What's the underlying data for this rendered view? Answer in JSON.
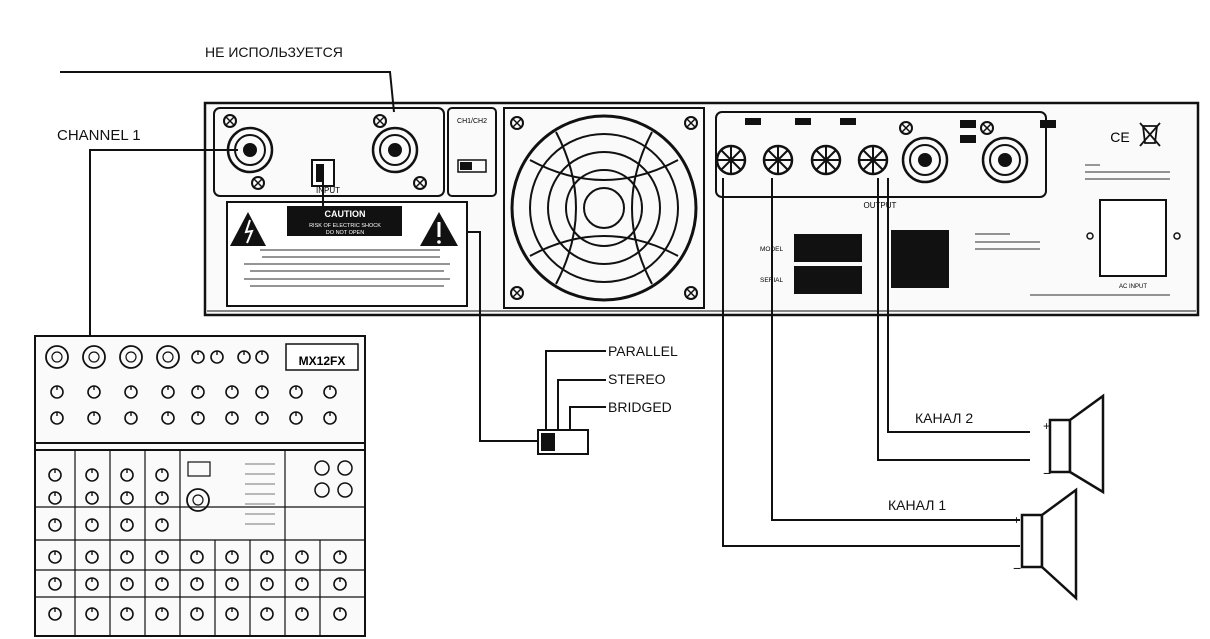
{
  "labels": {
    "not_used": "НЕ ИСПОЛЬЗУЕТСЯ",
    "channel_1_input": "CHANNEL 1",
    "parallel": "PARALLEL",
    "stereo": "STEREO",
    "bridged": "BRIDGED",
    "kanal_2": "КАНАЛ 2",
    "kanal_1": "КАНАЛ 1"
  },
  "amplifier": {
    "input_label": "INPUT",
    "caution_title": "CAUTION",
    "caution_line1": "RISK OF ELECTRIC SHOCK",
    "caution_line2": "DO NOT OPEN",
    "mode_header": "CH1/CH2",
    "output_label": "OUTPUT",
    "model_label": "MODEL",
    "serial_label": "SERIAL",
    "ce_mark": "CE",
    "ac_input_label": "AC INPUT"
  },
  "mixer": {
    "model": "MX12FX"
  },
  "colors": {
    "line": "#111111",
    "background": "#ffffff",
    "panel_fill": "#fafafa"
  }
}
